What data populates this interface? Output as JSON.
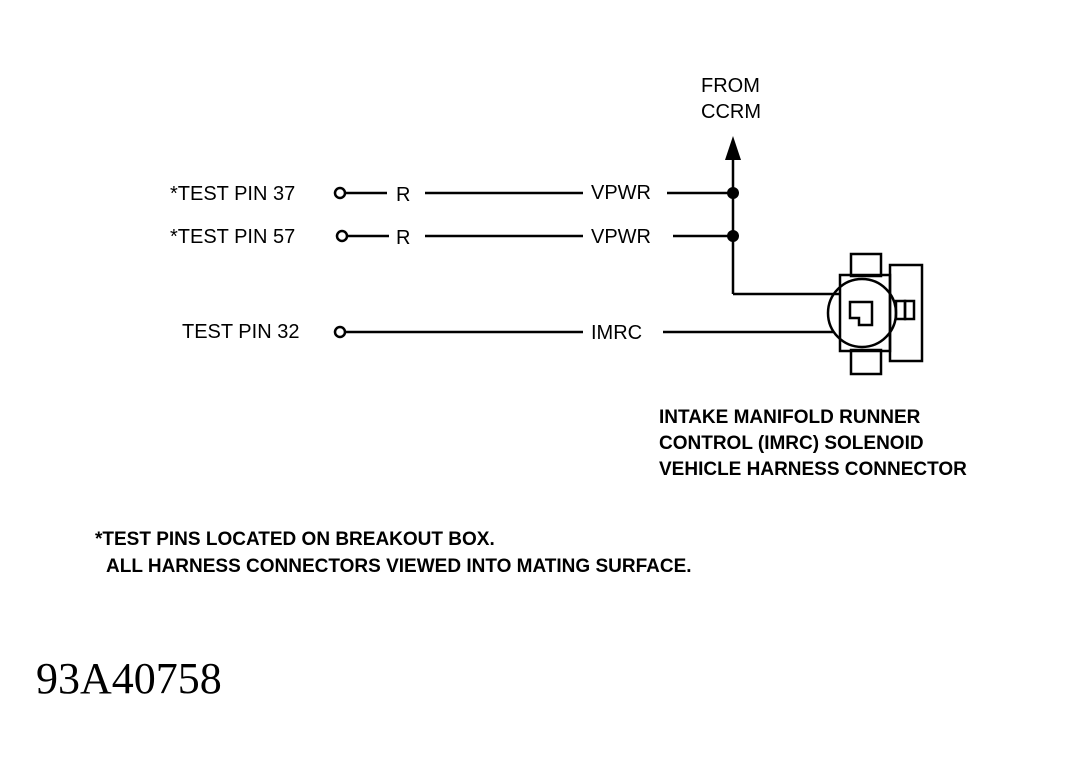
{
  "source": {
    "line1": "FROM",
    "line2": "CCRM"
  },
  "pins": [
    {
      "label": "*TEST PIN 37",
      "wire_color": "R",
      "circuit": "VPWR"
    },
    {
      "label": "*TEST PIN 57",
      "wire_color": "R",
      "circuit": "VPWR"
    },
    {
      "label": "TEST PIN 32",
      "circuit": "IMRC"
    }
  ],
  "connector_caption": [
    "INTAKE MANIFOLD RUNNER",
    "CONTROL (IMRC) SOLENOID",
    "VEHICLE HARNESS CONNECTOR"
  ],
  "notes": [
    "*TEST PINS LOCATED ON BREAKOUT BOX.",
    "ALL HARNESS CONNECTORS VIEWED INTO MATING SURFACE."
  ],
  "figure_id": "93A40758",
  "colors": {
    "ink": "#000000",
    "background": "#ffffff"
  }
}
